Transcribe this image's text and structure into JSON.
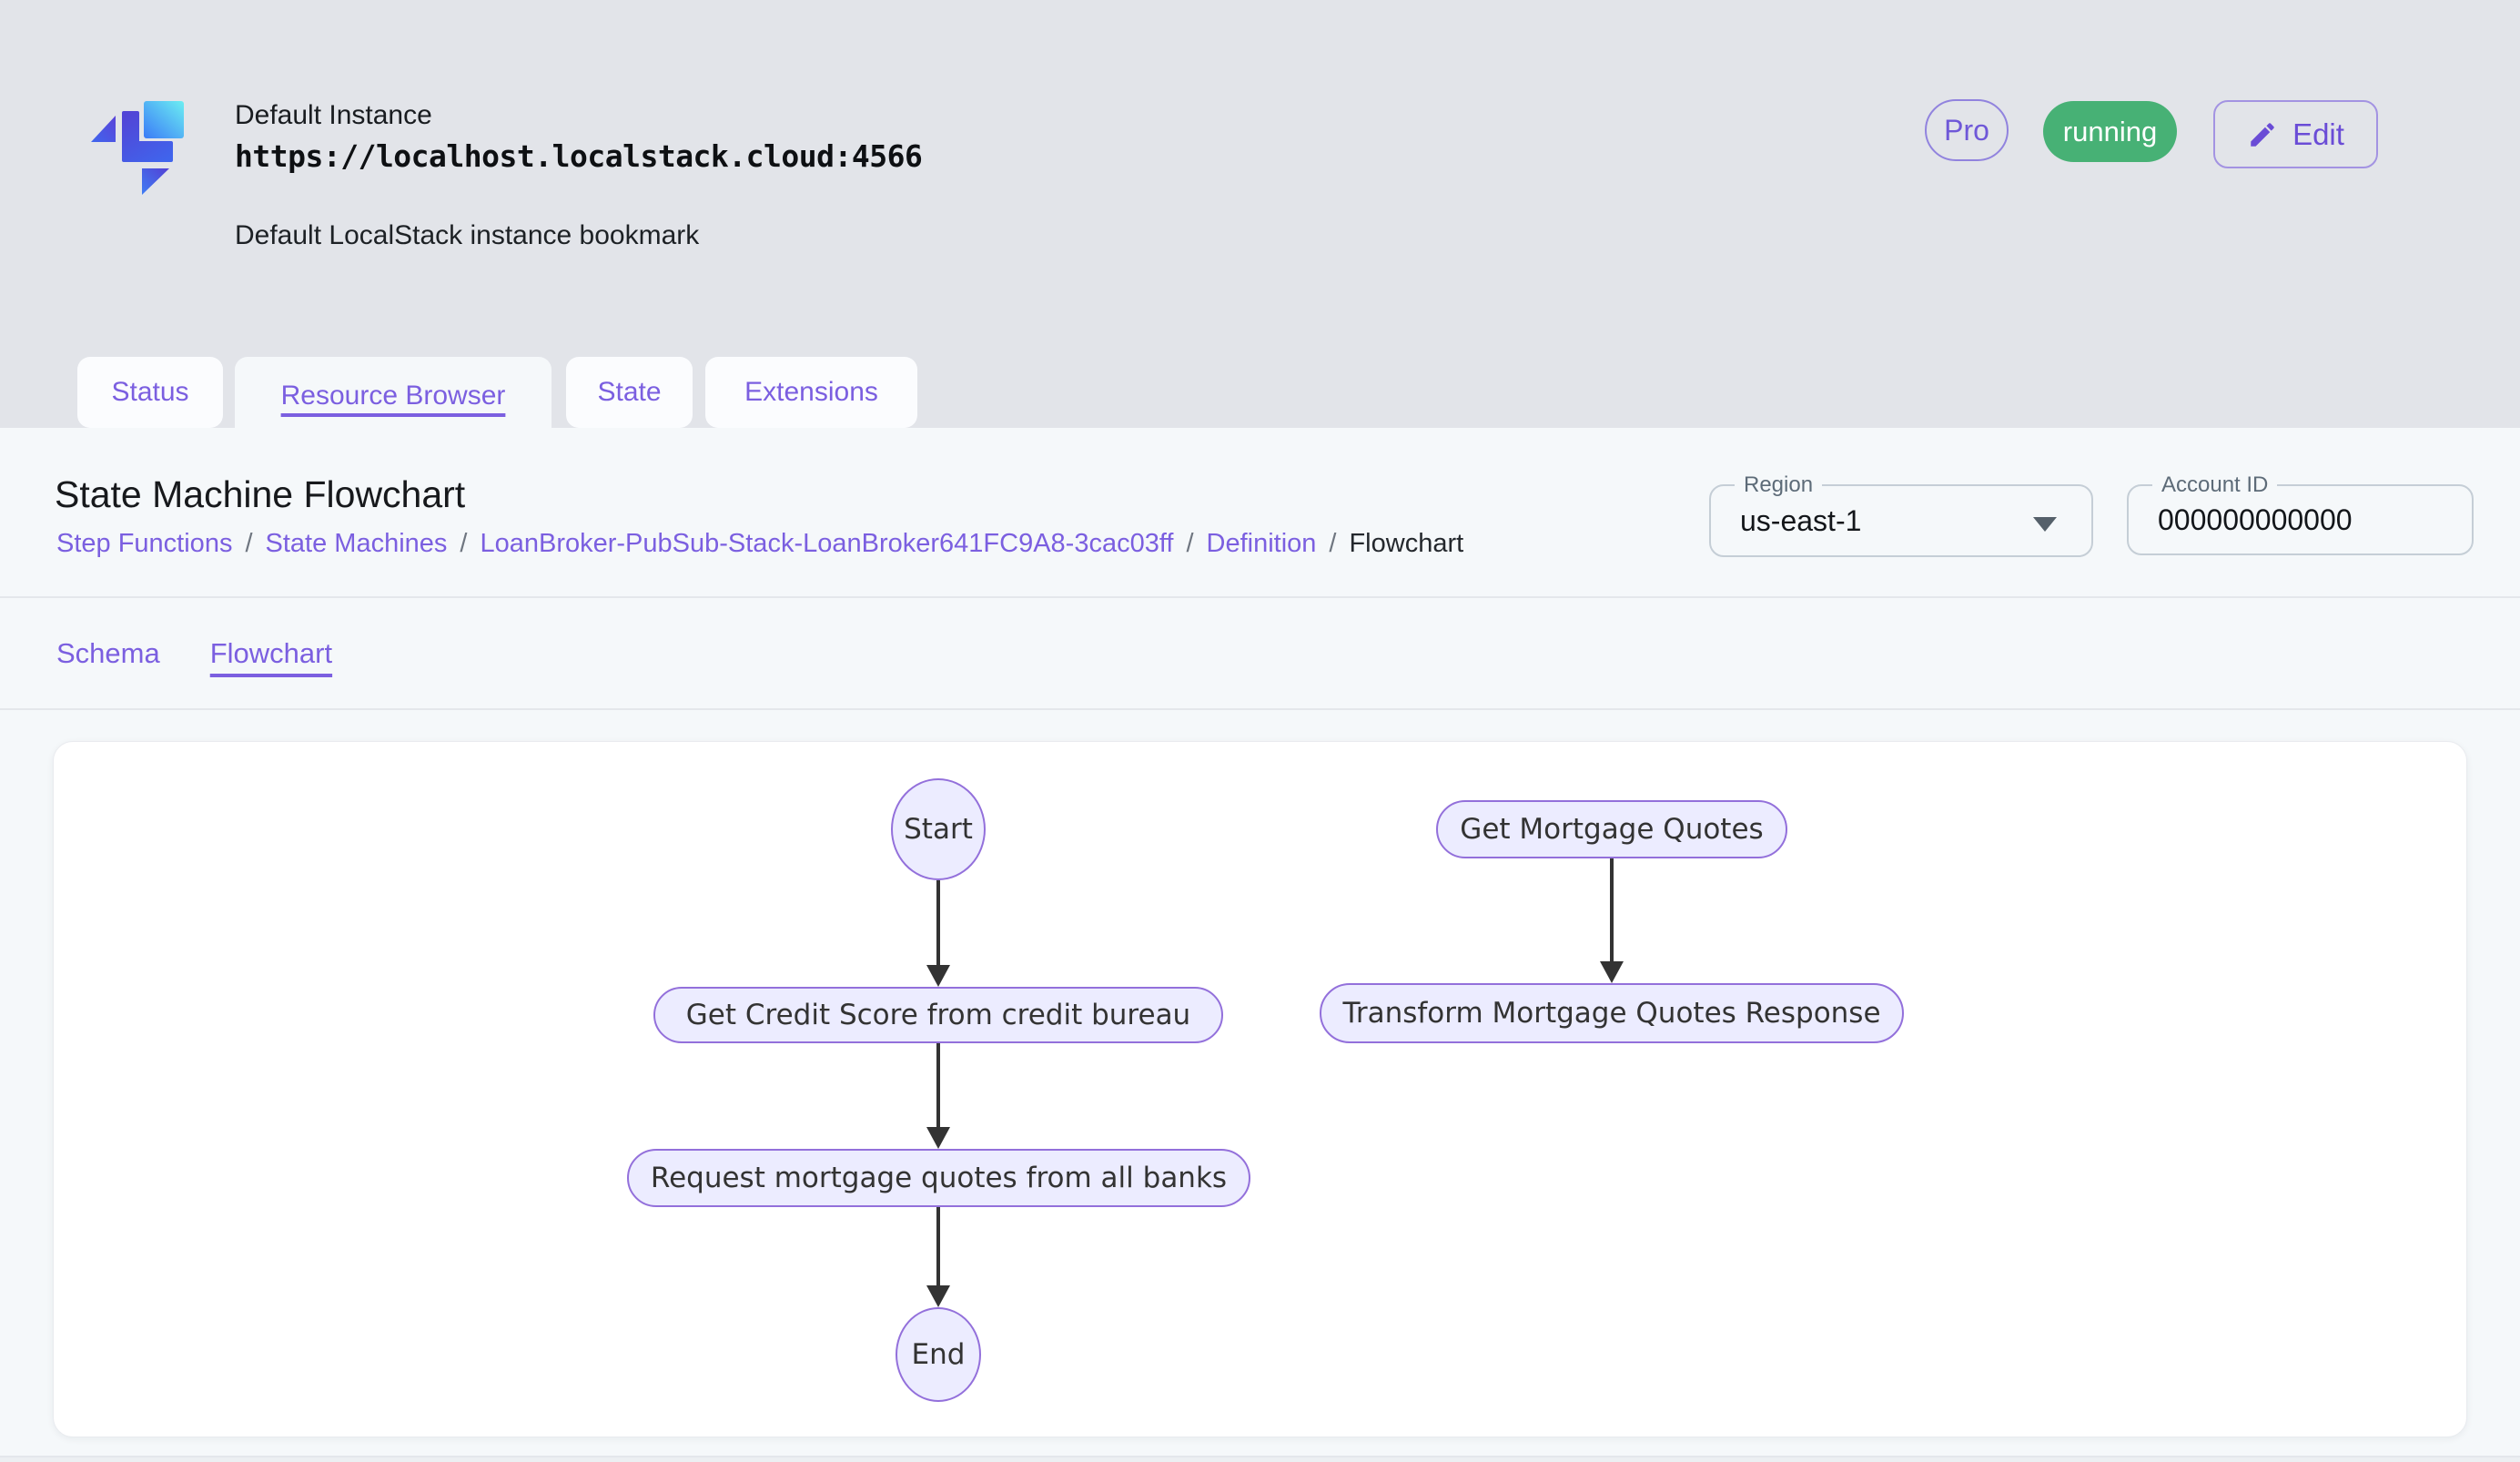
{
  "theme": {
    "accent_purple": "#7b5fe0",
    "status_green": "#47b175",
    "node_fill": "#ececff",
    "node_stroke": "#9370db",
    "arrow_color": "#333333"
  },
  "header": {
    "logo": "localstack-logo",
    "instance_name": "Default Instance",
    "instance_url": "https://localhost.localstack.cloud:4566",
    "instance_description": "Default LocalStack instance bookmark",
    "pro_chip": "Pro",
    "status_badge": "running",
    "edit_button": "Edit"
  },
  "tabs": {
    "items": [
      {
        "label": "Status",
        "active": false
      },
      {
        "label": "Resource Browser",
        "active": true
      },
      {
        "label": "State",
        "active": false
      },
      {
        "label": "Extensions",
        "active": false
      }
    ]
  },
  "page": {
    "title": "State Machine Flowchart",
    "breadcrumb": {
      "separator": "/",
      "items": [
        {
          "label": "Step Functions",
          "link": true
        },
        {
          "label": "State Machines",
          "link": true
        },
        {
          "label": "LoanBroker-PubSub-Stack-LoanBroker641FC9A8-3cac03ff",
          "link": true
        },
        {
          "label": "Definition",
          "link": true
        },
        {
          "label": "Flowchart",
          "link": false
        }
      ]
    },
    "fields": {
      "region": {
        "label": "Region",
        "value": "us-east-1"
      },
      "account": {
        "label": "Account ID",
        "value": "000000000000"
      }
    },
    "subtabs": [
      {
        "label": "Schema",
        "active": false
      },
      {
        "label": "Flowchart",
        "active": true
      }
    ]
  },
  "chart_data": {
    "type": "flowchart",
    "nodes": [
      {
        "id": "start",
        "label": "Start",
        "shape": "ellipse"
      },
      {
        "id": "credit",
        "label": "Get Credit Score from credit bureau",
        "shape": "stadium"
      },
      {
        "id": "request",
        "label": "Request mortgage quotes from all banks",
        "shape": "stadium"
      },
      {
        "id": "end",
        "label": "End",
        "shape": "ellipse"
      },
      {
        "id": "quotes",
        "label": "Get Mortgage Quotes",
        "shape": "stadium"
      },
      {
        "id": "transform",
        "label": "Transform Mortgage Quotes Response",
        "shape": "stadium"
      }
    ],
    "edges": [
      [
        "Start",
        "Get Credit Score from credit bureau"
      ],
      [
        "Get Credit Score from credit bureau",
        "Request mortgage quotes from all banks"
      ],
      [
        "Request mortgage quotes from all banks",
        "End"
      ],
      [
        "Get Mortgage Quotes",
        "Transform Mortgage Quotes Response"
      ]
    ]
  }
}
